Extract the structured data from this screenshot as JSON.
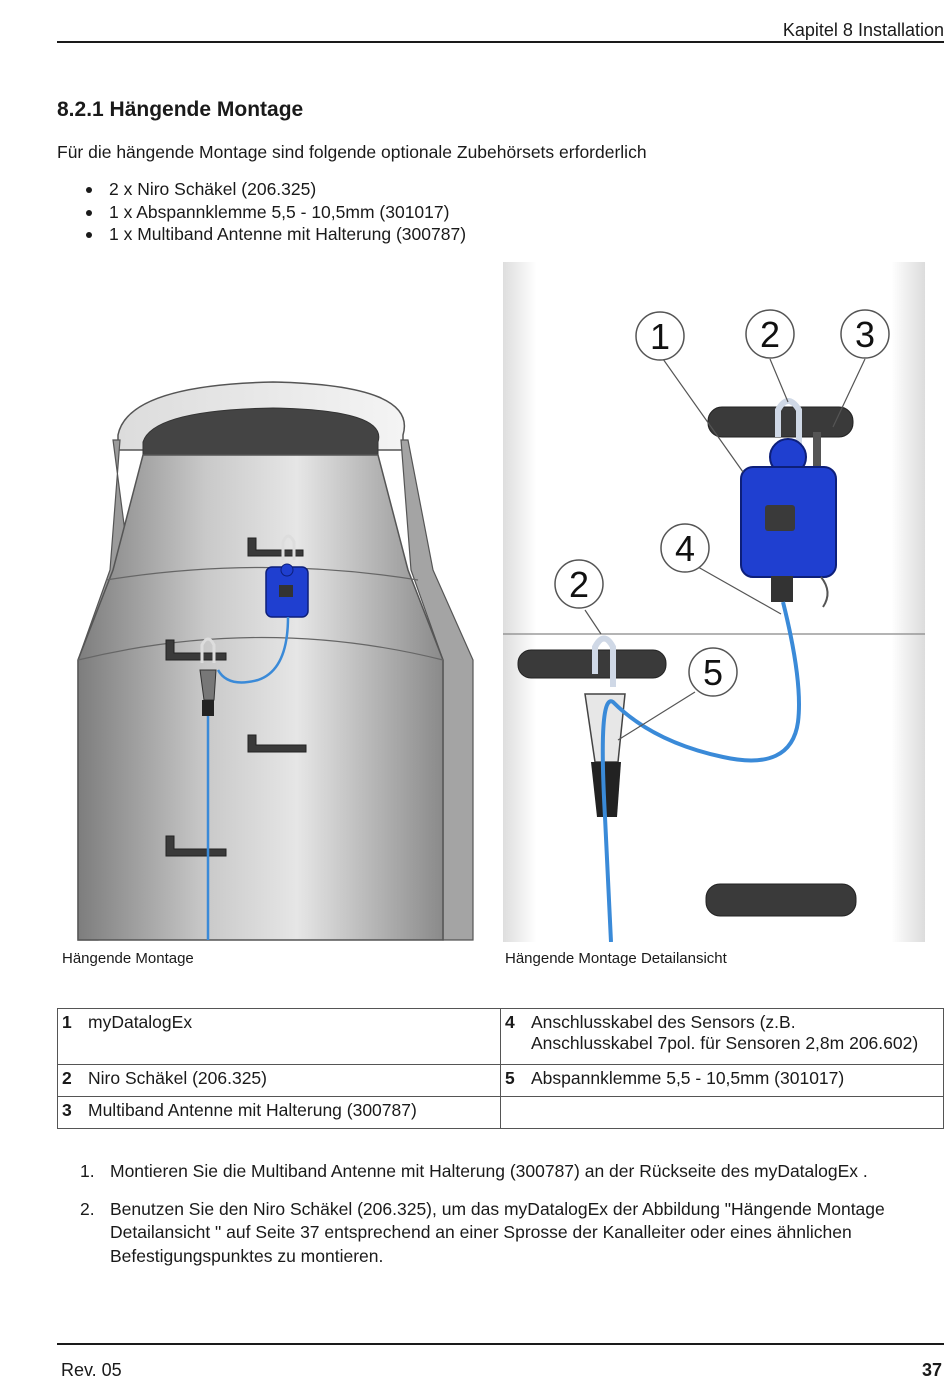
{
  "header": {
    "chapter": "Kapitel 8 Installation"
  },
  "section": {
    "title": "8.2.1 Hängende Montage",
    "intro": "Für die hängende Montage sind folgende optionale Zubehörsets erforderlich",
    "bullets": [
      "2 x Niro Schäkel (206.325)",
      "1 x Abspannklemme 5,5 - 10,5mm (301017)",
      "1 x Multiband Antenne mit Halterung (300787)"
    ]
  },
  "figures": {
    "left_caption": "Hängende Montage",
    "right_caption": "Hängende Montage Detailansicht",
    "callouts": [
      "1",
      "2",
      "3",
      "4",
      "2",
      "5"
    ]
  },
  "legend": {
    "rows": [
      {
        "left": {
          "num": "1",
          "text": "myDatalogEx"
        },
        "right": {
          "num": "4",
          "text": "Anschlusskabel des Sensors (z.B.",
          "text2": "Anschlusskabel 7pol. für Sensoren 2,8m 206.602)"
        }
      },
      {
        "left": {
          "num": "2",
          "text": "Niro Schäkel (206.325)"
        },
        "right": {
          "num": "5",
          "text": "Abspannklemme 5,5 - 10,5mm (301017)",
          "text2": ""
        }
      },
      {
        "left": {
          "num": "3",
          "text": "Multiband Antenne mit Halterung (300787)"
        },
        "right": {
          "num": "",
          "text": "",
          "text2": ""
        }
      }
    ]
  },
  "steps": [
    {
      "n": "1.",
      "text": "Montieren Sie die Multiband Antenne mit Halterung (300787) an der Rückseite des myDatalogEx ."
    },
    {
      "n": "2.",
      "text": "Benutzen Sie den Niro Schäkel (206.325), um das myDatalogEx der Abbildung \"Hängende Montage Detailansicht \" auf Seite 37 entsprechend an einer Sprosse der Kanalleiter oder eines ähnlichen Befestigungspunktes zu montieren."
    }
  ],
  "footer": {
    "rev": "Rev. 05",
    "page": "37"
  },
  "colors": {
    "device_blue": "#1f3fd0",
    "cable_blue": "#3a8ad8",
    "shaft_gray": "#b8b8b8",
    "rung_dark": "#3a3a3a"
  }
}
